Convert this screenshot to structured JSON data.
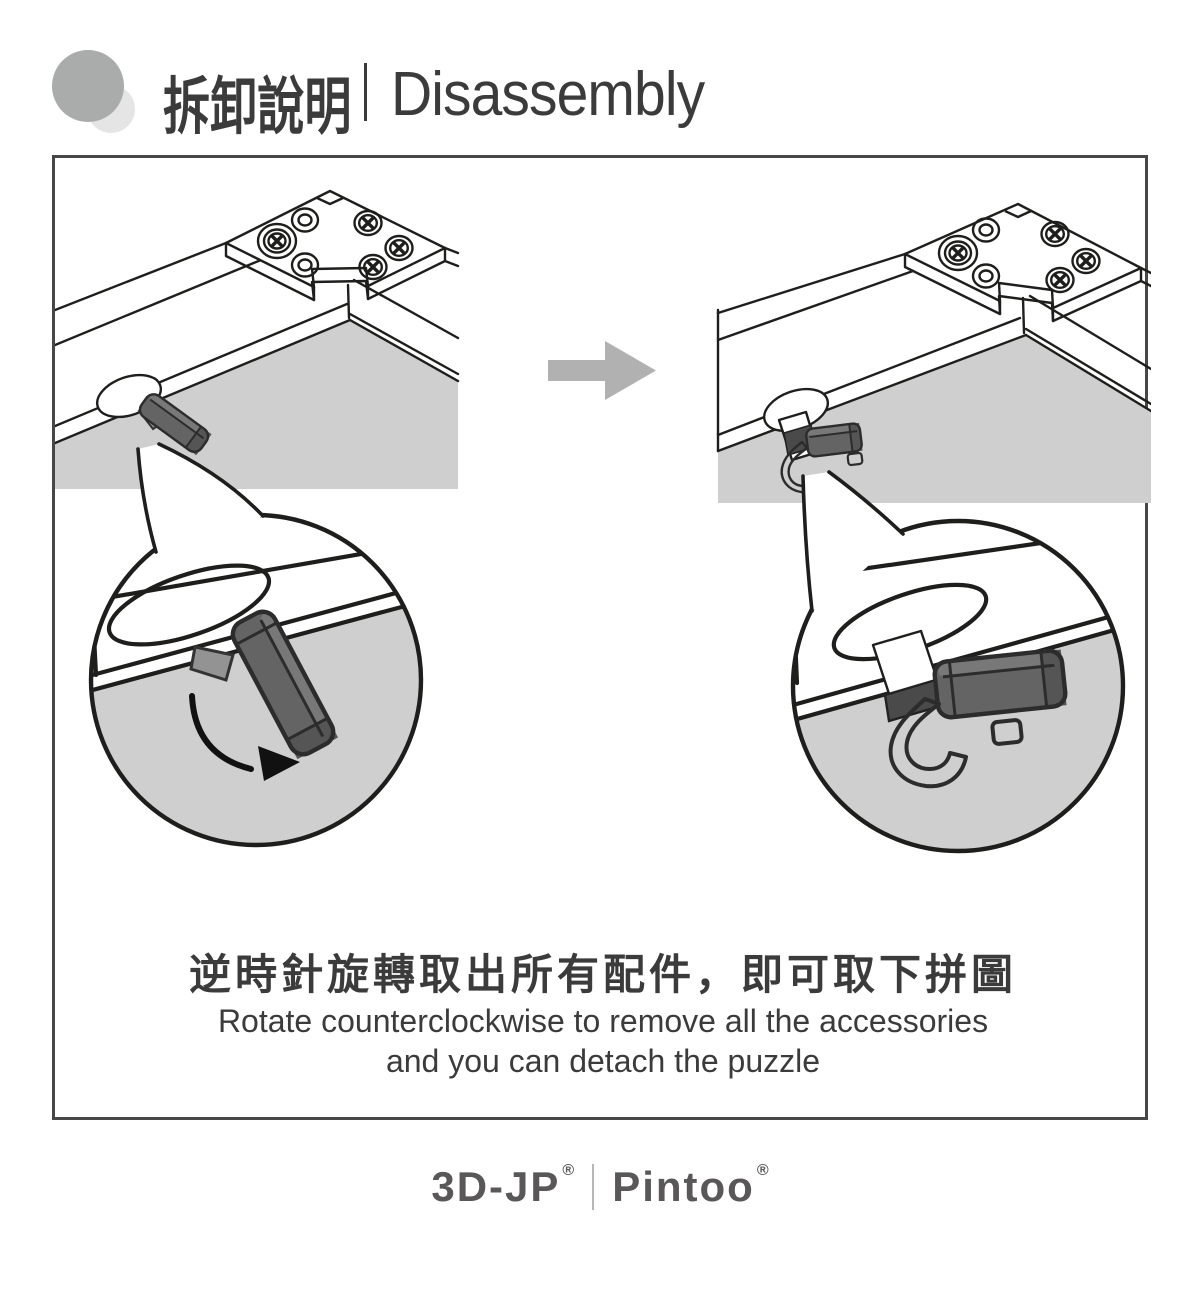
{
  "header": {
    "title_zh": "拆卸說明",
    "title_en": "Disassembly"
  },
  "instructions": {
    "line_zh": "逆時針旋轉取出所有配件，即可取下拼圖",
    "line_en_1": "Rotate counterclockwise to remove all the accessories",
    "line_en_2": "and you can detach the puzzle"
  },
  "footer": {
    "brand_1": "3D-JP",
    "brand_1_mark": "®",
    "brand_2": "Pintoo",
    "brand_2_mark": "®"
  },
  "colors": {
    "text": "#3b3b3b",
    "line_art": "#1e1e1c",
    "puzzle_gray": "#cfcfcf",
    "clip_gray": "#646464",
    "clip_light": "#787878",
    "clip_dark": "#555555",
    "arrow_gray": "#b1b1b1",
    "logo_gray": "#595757",
    "divider_gray": "#b7b7b7",
    "box_border": "#474747",
    "header_circle_large": "#aaabab",
    "header_circle_small": "#e5e5e5"
  }
}
